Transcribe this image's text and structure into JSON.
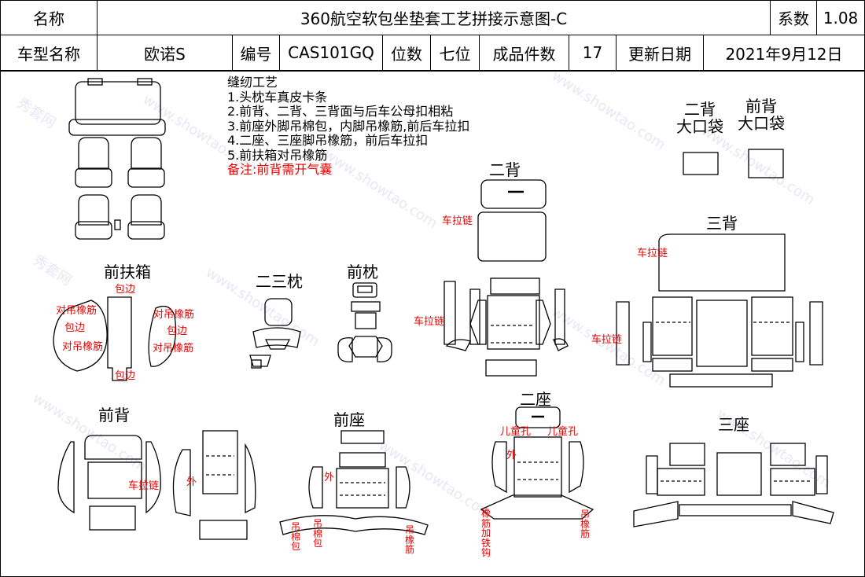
{
  "header": {
    "name_label": "名称",
    "title": "360航空软包坐垫套工艺拼接示意图-C",
    "coef_label": "系数",
    "coef_value": "1.08",
    "model_label": "车型名称",
    "model_value": "欧诺S",
    "code_label": "编号",
    "code_value": "CAS101GQ",
    "seats_label": "位数",
    "seats_value": "七位",
    "pieces_label": "成品件数",
    "pieces_value": "17",
    "date_label": "更新日期",
    "date_value": "2021年9月12日"
  },
  "process": {
    "title": "缝纫工艺",
    "lines": [
      "1.头枕车真皮卡条",
      "2.前背、二背、三背面与后车公母扣相粘",
      "3.前座外脚吊棉包，内脚吊橡筋,前后车拉扣",
      "4.二座、三座脚吊橡筋，前后车拉扣",
      "5.前扶箱对吊橡筋"
    ],
    "note": "备注:前背需开气囊"
  },
  "sections": {
    "front_armrest": "前扶箱",
    "pillow_23": "二三枕",
    "front_pillow": "前枕",
    "second_back": "二背",
    "third_back": "三背",
    "front_back": "前背",
    "front_seat": "前座",
    "second_seat": "二座",
    "third_seat": "三座",
    "bag_second": "二背\n大口袋",
    "bag_front": "前背\n大口袋"
  },
  "annotations": {
    "bian_top": "包边",
    "hang_l1": "对吊橡筋",
    "bian_l": "包边",
    "hang_l2": "对吊橡筋",
    "hang_r1": "对吊橡筋",
    "bian_r": "包边",
    "hang_r2": "对吊橡筋",
    "bian_bottom": "包边",
    "zipper_2back": "车拉链",
    "zipper_2back_low": "车拉链",
    "zipper_3back": "车拉链",
    "zipper_3back_low": "车拉链",
    "zipper_fback": "车拉链",
    "wai_fback": "外",
    "wai_fseat": "外",
    "hang_cotton1": "吊棉包",
    "hang_cotton2": "吊棉包",
    "hang_elastic_fseat": "吊橡筋",
    "child_hole_l": "儿童孔",
    "child_hole_r": "儿童孔",
    "wai_2seat": "外",
    "hang_hook": "橡筋加铁钩",
    "hang_elastic_2seat": "吊橡筋"
  },
  "watermark": {
    "cn": "秀套网",
    "url": "www.showtao.com"
  }
}
